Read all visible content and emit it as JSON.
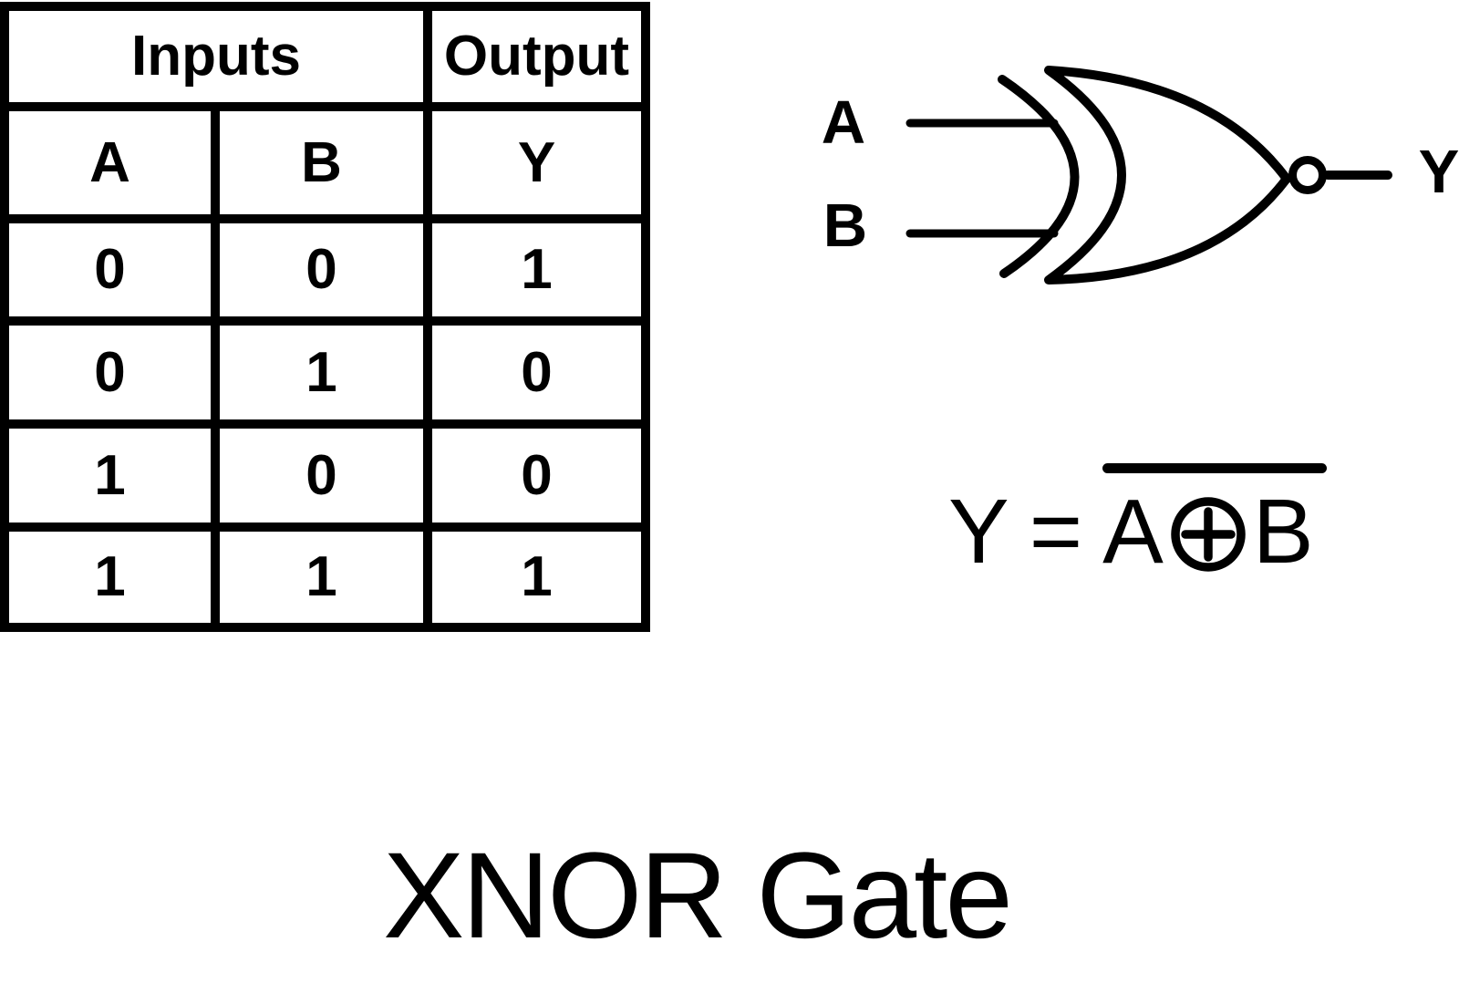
{
  "colors": {
    "ink": "#000000",
    "background": "#ffffff"
  },
  "truth_table": {
    "inputs_header": "Inputs",
    "output_header": "Output",
    "columns": [
      "A",
      "B",
      "Y"
    ],
    "rows": [
      [
        "0",
        "0",
        "1"
      ],
      [
        "0",
        "1",
        "0"
      ],
      [
        "1",
        "0",
        "0"
      ],
      [
        "1",
        "1",
        "1"
      ]
    ]
  },
  "gate": {
    "type": "XNOR",
    "input_labels": [
      "A",
      "B"
    ],
    "output_label": "Y"
  },
  "equation": {
    "lhs": "Y",
    "relation": "=",
    "operand_a": "A",
    "operator": "⊕",
    "operand_b": "B",
    "rhs_overlined": true
  },
  "caption": "XNOR Gate"
}
